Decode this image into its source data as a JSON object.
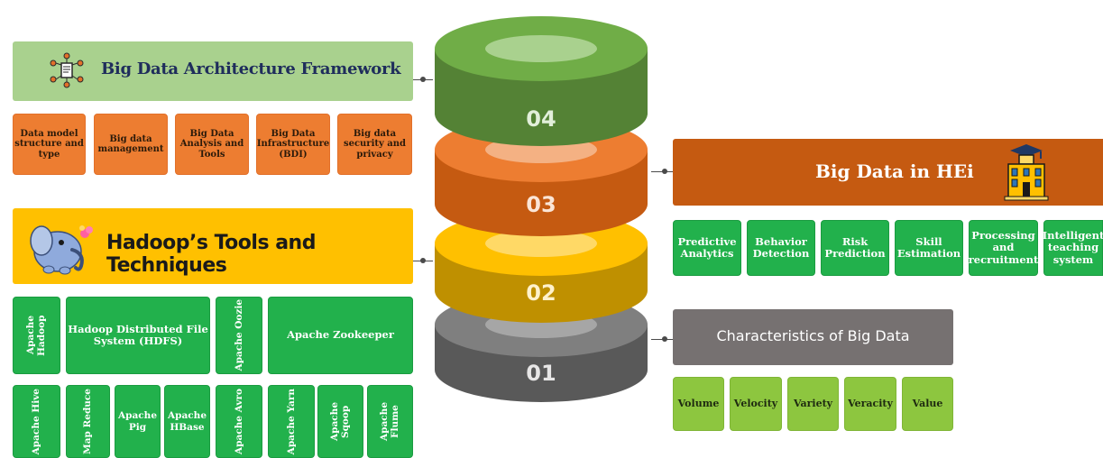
{
  "framework": {
    "title": "Big Data Architecture Framework",
    "items": [
      "Data model structure and type",
      "Big data management",
      "Big Data Analysis and Tools",
      "Big Data Infrastructure (BDI)",
      "Big data security and privacy"
    ]
  },
  "hadoop": {
    "title": "Hadoop’s Tools and Techniques",
    "row1": [
      "Apache Hadoop",
      "Hadoop Distributed File System (HDFS)",
      "Apache Oozie",
      "Apache Zookeeper"
    ],
    "row2": [
      "Apache Hive",
      "Map Reduce",
      "Apache Pig",
      "Apache HBase",
      "Apache Avro",
      "Apache Yarn",
      "Apache Sqoop",
      "Apache Flume"
    ]
  },
  "stack": {
    "layers": [
      {
        "label": "04",
        "color": "#70ad47"
      },
      {
        "label": "03",
        "color": "#e2702a"
      },
      {
        "label": "02",
        "color": "#ffc000"
      },
      {
        "label": "01",
        "color": "#767171"
      }
    ]
  },
  "hei": {
    "title": "Big Data in HEi",
    "items": [
      "Predictive Analytics",
      "Behavior Detection",
      "Risk Prediction",
      "Skill Estimation",
      "Processing and recruitment",
      "Intelligent teaching system"
    ]
  },
  "characteristics": {
    "title": "Characteristics of Big Data",
    "items": [
      "Volume",
      "Velocity",
      "Variety",
      "Veracity",
      "Value"
    ]
  },
  "icons": {
    "framework_icon": "network-document-icon",
    "hadoop_icon": "elephant-mascot-icon",
    "hei_icon": "university-building-icon"
  }
}
